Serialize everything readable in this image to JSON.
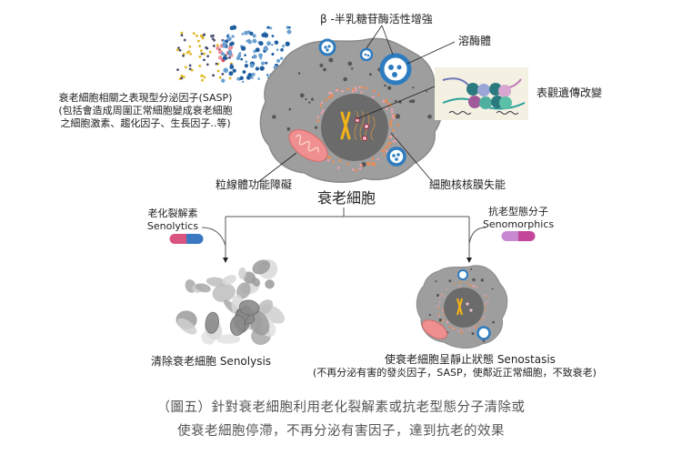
{
  "diagram": {
    "top": {
      "beta_gal": "β -半乳糖苷酶活性增強",
      "lysosome": "溶酶體",
      "epigenetic": "表觀遺傳改變",
      "sasp_line1": "衰老細胞相關之表現型分泌因子(SASP)",
      "sasp_line2": "(包括會造成周圍正常細胞變成衰老細胞",
      "sasp_line3": "之細胞激素、趨化因子、生長因子..等)",
      "mitochondria": "粒線體功能障礙",
      "nuclear_envelope": "細胞核核膜失能",
      "cell_title": "衰老細胞"
    },
    "left_branch": {
      "drug_zh": "老化裂解素",
      "drug_en": "Senolytics",
      "pill_colors": [
        "#d9547e",
        "#3a78c2"
      ],
      "result": "清除衰老細胞 Senolysis"
    },
    "right_branch": {
      "drug_zh": "抗老型態分子",
      "drug_en": "Senomorphics",
      "pill_colors": [
        "#c78ad0",
        "#c2479a"
      ],
      "result": "使衰老細胞呈靜止狀態 Senostasis",
      "result_note": "(不再分泌有害的發炎因子，SASP，使鄰近正常細胞，不致衰老)"
    },
    "caption": {
      "line1": "（圖五）針對衰老細胞利用老化裂解素或抗老型態分子清除或",
      "line2": "使衰老細胞停滯，不再分泌有害因子，達到抗老的效果"
    },
    "colors": {
      "cell_body": "#9e9e9e",
      "nucleus": "#6b6b6b",
      "lysosome": "#2e7cc0",
      "mitochondria": "#ef8f8f",
      "chromosome": "#f2b318"
    }
  }
}
